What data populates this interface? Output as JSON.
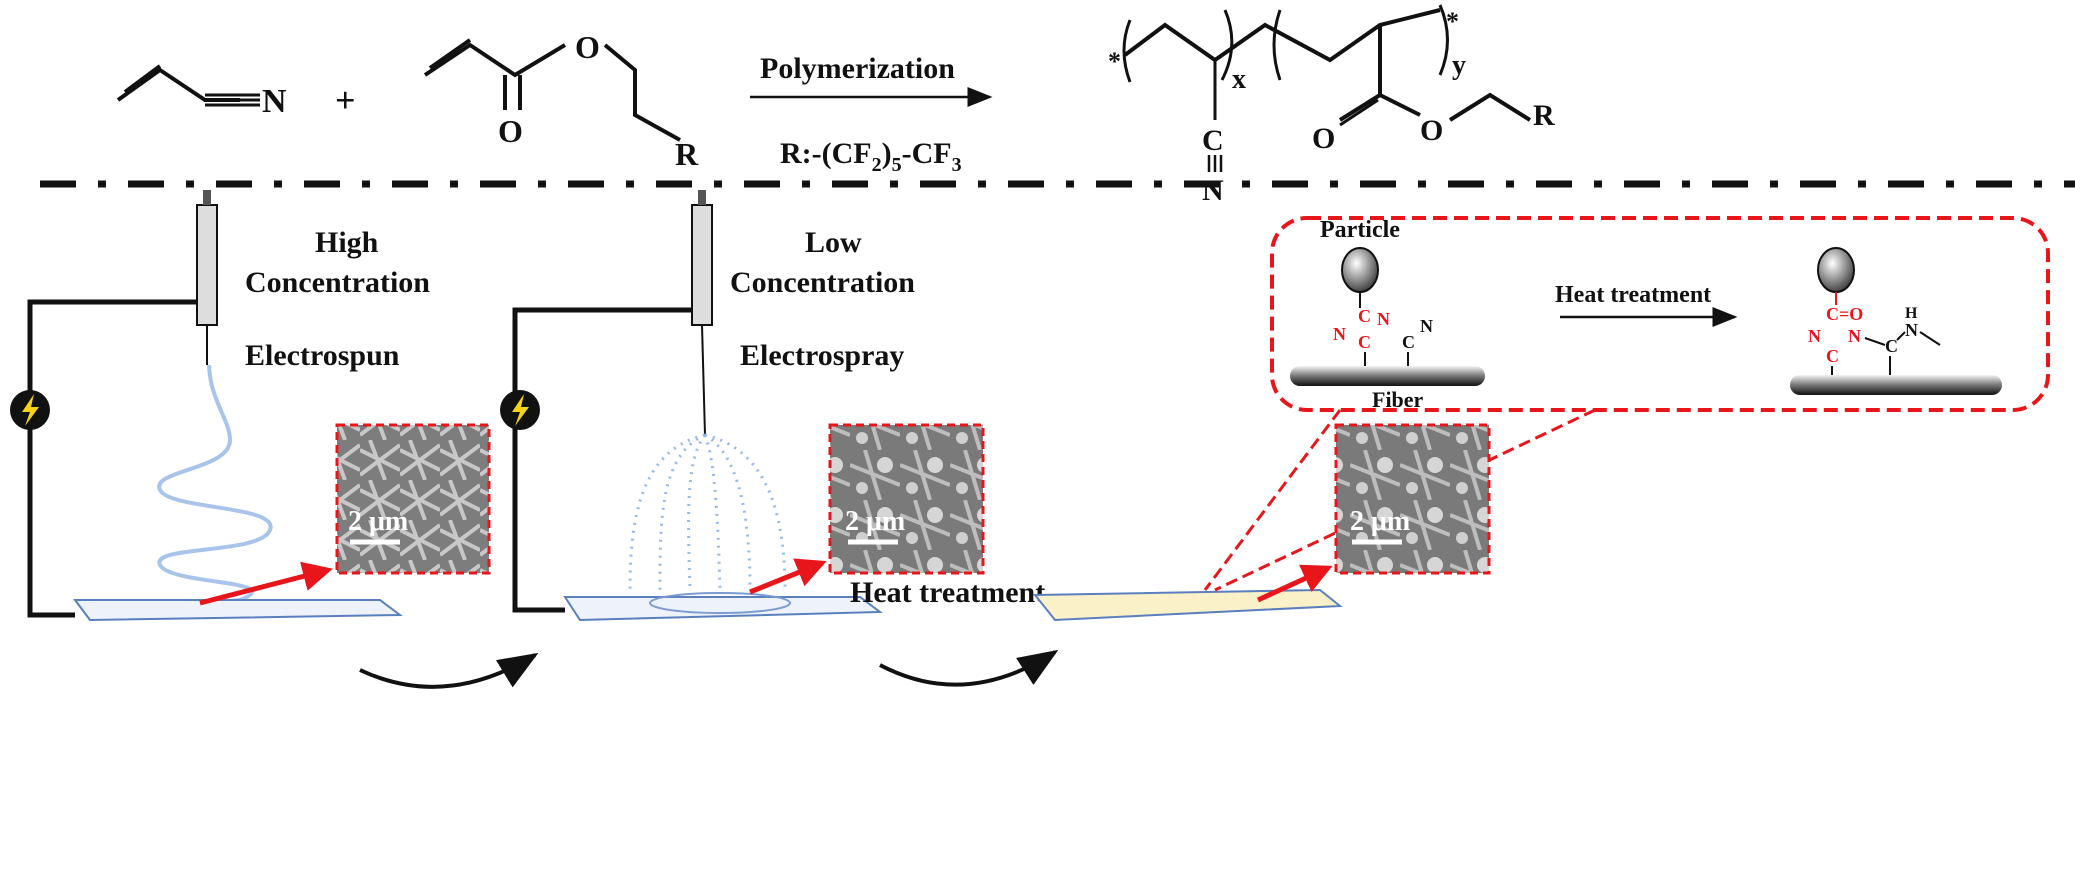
{
  "reaction": {
    "monomer1_atom": "N",
    "plus": "+",
    "monomer2_atoms": {
      "ether_o": "O",
      "carbonyl_o": "O",
      "r": "R"
    },
    "arrow_label": "Polymerization",
    "r_definition": {
      "prefix": "R:-(CF",
      "sub1": "2",
      "mid": ")",
      "sub2": "5",
      "tail": "-CF",
      "sub3": "3"
    },
    "polymer": {
      "star": "*",
      "x": "x",
      "y": "y",
      "c": "C",
      "n": "N",
      "o1": "O",
      "o2": "O",
      "r": "R"
    }
  },
  "panel1": {
    "line1": "High",
    "line2": "Concentration",
    "process": "Electrospun",
    "scale": "2 μm"
  },
  "panel2": {
    "line1": "Low",
    "line2": "Concentration",
    "process": "Electrospray",
    "scale": "2 μm"
  },
  "panel3": {
    "process": "Heat treatment",
    "scale": "2 μm"
  },
  "inset": {
    "particle_label": "Particle",
    "fiber_label": "Fiber",
    "arrow_label": "Heat treatment",
    "before": {
      "c1": "C",
      "n1": "N",
      "n2": "N",
      "c2": "C",
      "c3": "C",
      "n3": "N"
    },
    "after": {
      "co": "C=O",
      "n1": "N",
      "n2": "N",
      "c1": "C",
      "c2": "C",
      "h": "H",
      "n3": "N"
    }
  },
  "colors": {
    "accent_red": "#e8161b",
    "fiber_blue": "#a9c4ea",
    "treated_mat": "#fbf1c8",
    "sem_gray": "#8a8a8a"
  }
}
